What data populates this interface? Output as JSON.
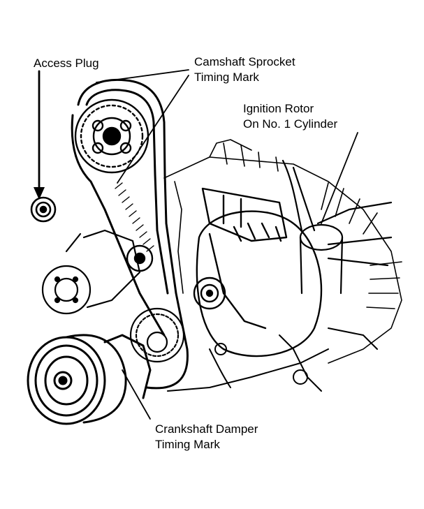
{
  "diagram": {
    "callouts": {
      "access_plug": "Access Plug",
      "camshaft_line1": "Camshaft Sprocket",
      "camshaft_line2": "Timing Mark",
      "ignition_line1": "Ignition Rotor",
      "ignition_line2": "On No. 1 Cylinder",
      "crankshaft_line1": "Crankshaft Damper",
      "crankshaft_line2": "Timing Mark"
    },
    "colors": {
      "ink": "#000000",
      "paper": "#ffffff"
    }
  }
}
